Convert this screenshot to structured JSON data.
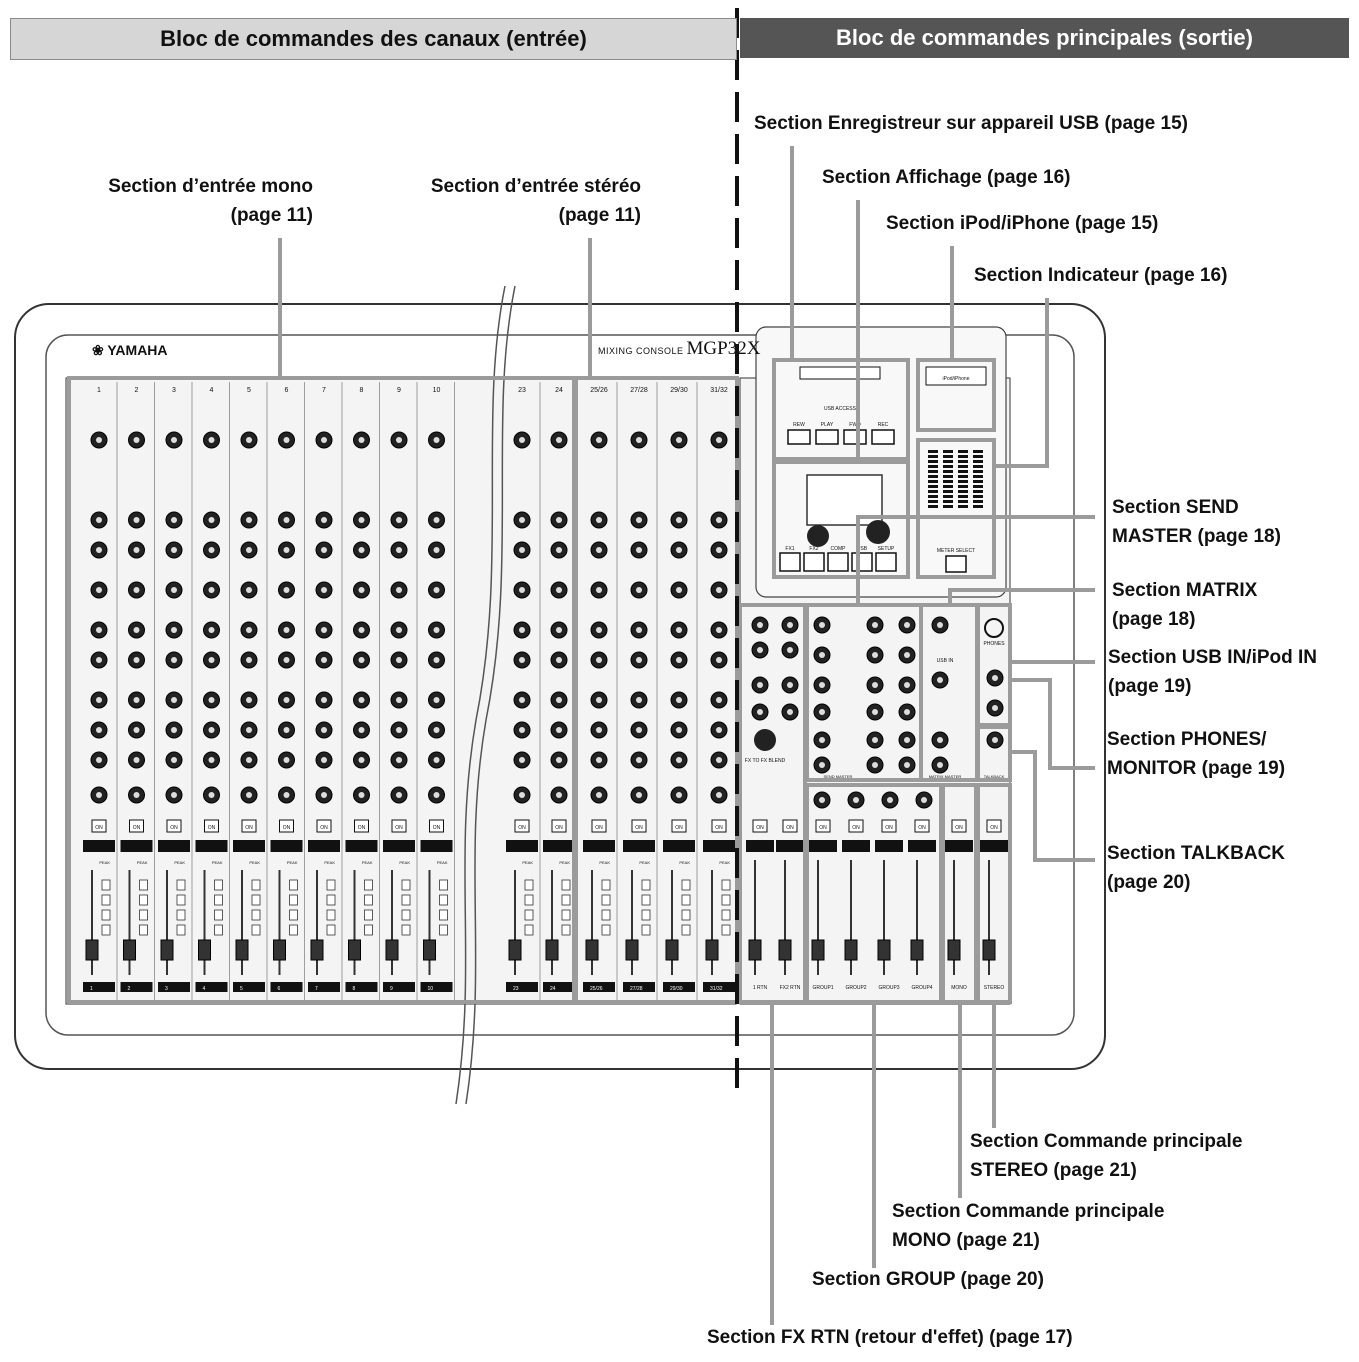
{
  "headers": {
    "input_block": "Bloc de commandes des canaux (entrée)",
    "output_block": "Bloc de commandes principales (sortie)"
  },
  "labels": {
    "mono_input_l1": "Section d’entrée mono",
    "mono_input_l2": "(page 11)",
    "stereo_input_l1": "Section d’entrée stéréo",
    "stereo_input_l2": "(page 11)",
    "usb_recorder": "Section Enregistreur sur appareil USB (page 15)",
    "display": "Section Affichage (page 16)",
    "ipod": "Section iPod/iPhone (page 15)",
    "indicator": "Section Indicateur (page 16)",
    "send_master_l1": "Section SEND",
    "send_master_l2": "MASTER (page 18)",
    "matrix_l1": "Section MATRIX",
    "matrix_l2": "(page 18)",
    "usb_in_l1": "Section USB IN/iPod IN",
    "usb_in_l2": "(page 19)",
    "phones_l1": "Section PHONES/",
    "phones_l2": "MONITOR (page 19)",
    "talkback_l1": "Section TALKBACK",
    "talkback_l2": "(page 20)",
    "stereo_master_l1": "Section Commande principale",
    "stereo_master_l2": "STEREO (page 21)",
    "mono_master_l1": "Section Commande principale",
    "mono_master_l2": "MONO (page 21)",
    "group": "Section GROUP (page 20)",
    "fx_rtn": "Section FX RTN (retour d'effet) (page 17)"
  },
  "console": {
    "brand": "YAMAHA",
    "model_prefix": "MIXING CONSOLE",
    "model": "MGP32X",
    "mono_channels": [
      "1",
      "2",
      "3",
      "4",
      "5",
      "6",
      "7",
      "8",
      "9",
      "10"
    ],
    "high_channels": [
      "23",
      "24"
    ],
    "stereo_channels": [
      "25/26",
      "27/28",
      "29/30",
      "31/32"
    ],
    "strip_labels": [
      "1",
      "2",
      "3",
      "4",
      "5",
      "6",
      "7",
      "8",
      "9",
      "10",
      "23",
      "24",
      "25/26",
      "27/28",
      "29/30",
      "31/32"
    ],
    "fx_rtn_labels": [
      "1 RTN",
      "FX2 RTN"
    ],
    "group_labels": [
      "GROUP1",
      "GROUP2",
      "GROUP3",
      "GROUP4"
    ],
    "mono_label": "MONO",
    "stereo_label": "STEREO",
    "on_label": "ON",
    "peak_label": "PEAK",
    "usb_access": "USB ACCESS",
    "ipod_label": "iPod/iPhone",
    "transport": [
      "REW",
      "PLAY",
      "FWD",
      "REC"
    ],
    "display_buttons": [
      "FX1",
      "FX2",
      "COMP",
      "USB",
      "SETUP"
    ],
    "meter_select": "METER SELECT",
    "phones": "PHONES",
    "usb_in": "USB IN",
    "fx_blend": "FX TO FX BLEND",
    "send_master": "SEND MASTER",
    "matrix_master": "MATRIX MASTER",
    "talkback": "TALKBACK"
  }
}
